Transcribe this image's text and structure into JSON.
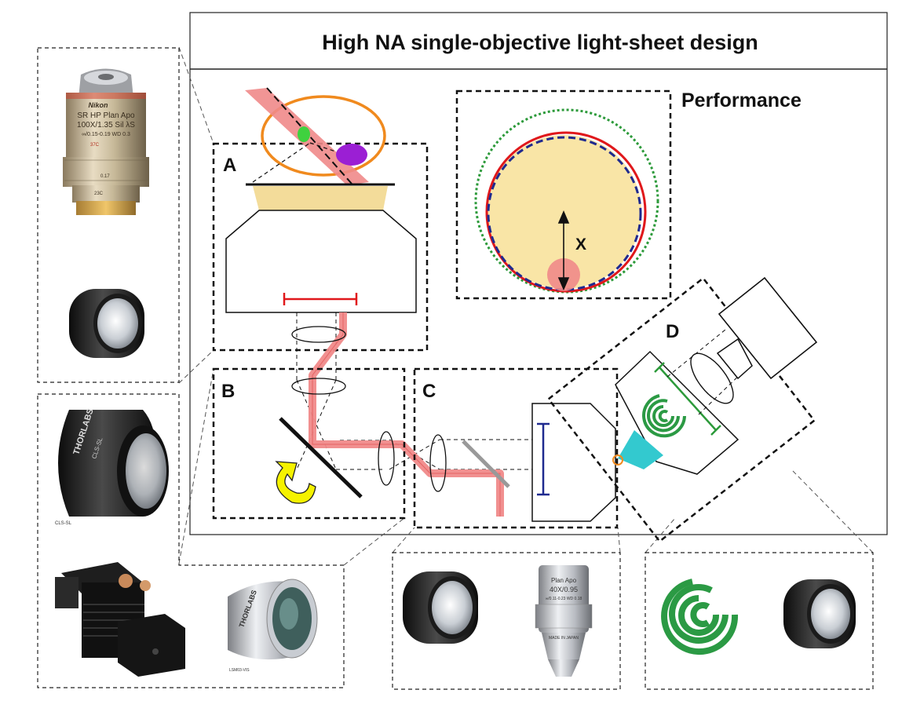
{
  "header": {
    "title": "High NA single-objective light-sheet design"
  },
  "performance": {
    "label": "Performance",
    "x_marker": "X"
  },
  "panels": {
    "a": "A",
    "b": "B",
    "c": "C",
    "d": "D"
  },
  "photos": {
    "nikon_objective": {
      "brand": "Nikon",
      "line1": "SR HP Plan Apo",
      "line2": "100X/1.35 Sil λS",
      "line3": "∞/0.15-0.19 WD 0.3",
      "collar_top": "37C",
      "collar_mid": "0.17",
      "collar_bottom": "23C"
    },
    "thorlabs_scan_lens": {
      "brand": "THORLABS",
      "text": "CLS-SL",
      "caption": "CLS-SL"
    },
    "thorlabs_tube_lens": {
      "brand": "THORLABS",
      "caption": "LSM03-VIS"
    },
    "olympus_objective": {
      "line1": "Plan Apo",
      "line2": "40X/0.95",
      "line3": "∞/0.11-0.23 WD 0.18",
      "line4": "MADE IN JAPAN"
    }
  },
  "colors": {
    "beam": "#f08a8a",
    "sample_ring": "#f08a1e",
    "yellow_immersion": "#f3dc9a",
    "scale_red": "#e0181b",
    "scale_blue": "#1f2a8f",
    "scale_green": "#2c9a3a",
    "purple_spot": "#9b1fd4",
    "green_spot": "#3fd13f",
    "cyan_fan": "#33c9cf",
    "arrow_yellow": "#f5f200",
    "logo_green": "#2b9a44"
  }
}
